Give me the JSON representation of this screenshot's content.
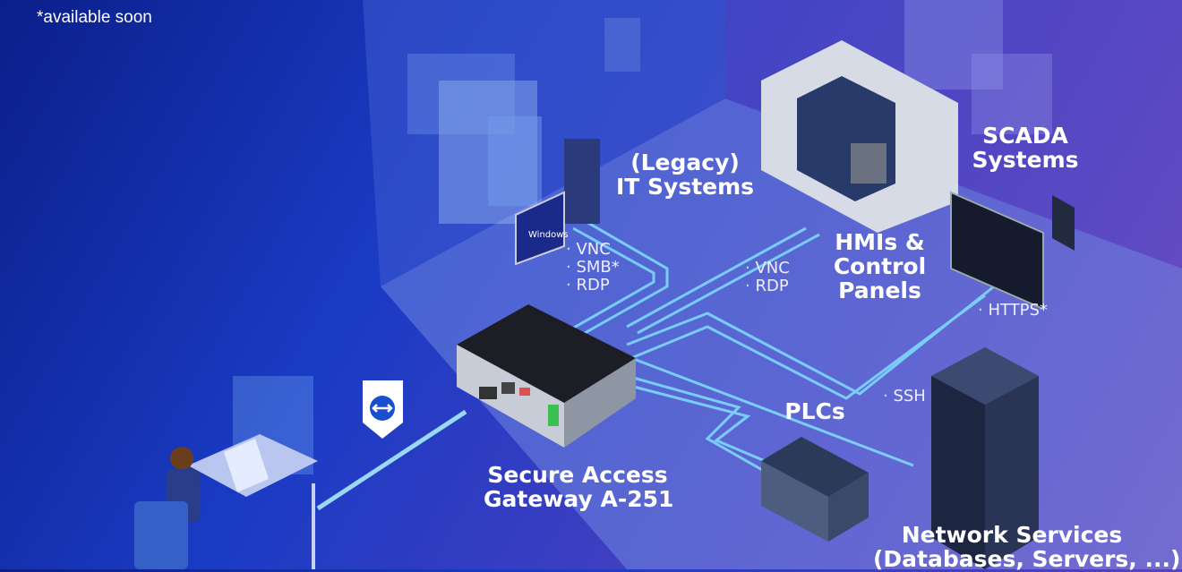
{
  "footnote": "*available soon",
  "nodes": {
    "it_systems": {
      "line1": "(Legacy)",
      "line2": "IT Systems"
    },
    "scada": {
      "line1": "SCADA",
      "line2": "Systems"
    },
    "hmi": {
      "line1": "HMIs &",
      "line2": "Control",
      "line3": "Panels"
    },
    "plcs": {
      "line1": "PLCs"
    },
    "gateway": {
      "line1": "Secure Access",
      "line2": "Gateway A-251"
    },
    "network": {
      "line1": "Network Services",
      "line2": "(Databases, Servers, ...)"
    }
  },
  "protocols": {
    "it": [
      "VNC",
      "SMB*",
      "RDP"
    ],
    "hmi": [
      "VNC",
      "RDP"
    ],
    "scada": [
      "HTTPS*"
    ],
    "network": [
      "SSH"
    ]
  },
  "colors": {
    "line": "#7fe0ff",
    "floor": "#6f86e0",
    "wall": "#3d56c8"
  }
}
